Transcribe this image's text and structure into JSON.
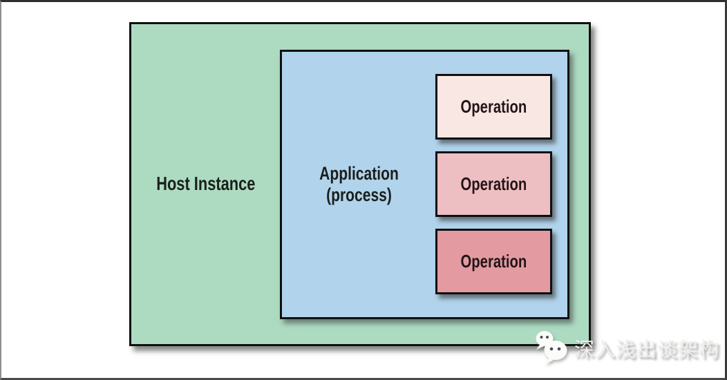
{
  "diagram": {
    "host_instance": {
      "label": "Host Instance",
      "fill": "#addbc2"
    },
    "application": {
      "label": "Application\n(process)",
      "fill": "#b1d3eb"
    },
    "operations": [
      {
        "label": "Operation",
        "fill": "#f9e7e3"
      },
      {
        "label": "Operation",
        "fill": "#eebfc2"
      },
      {
        "label": "Operation",
        "fill": "#e39aa1"
      }
    ],
    "border_color": "#0f0f0f"
  },
  "watermark": {
    "text": "深入浅出谈架构",
    "icon": "wechat-icon",
    "text_color": "#f0efec"
  }
}
